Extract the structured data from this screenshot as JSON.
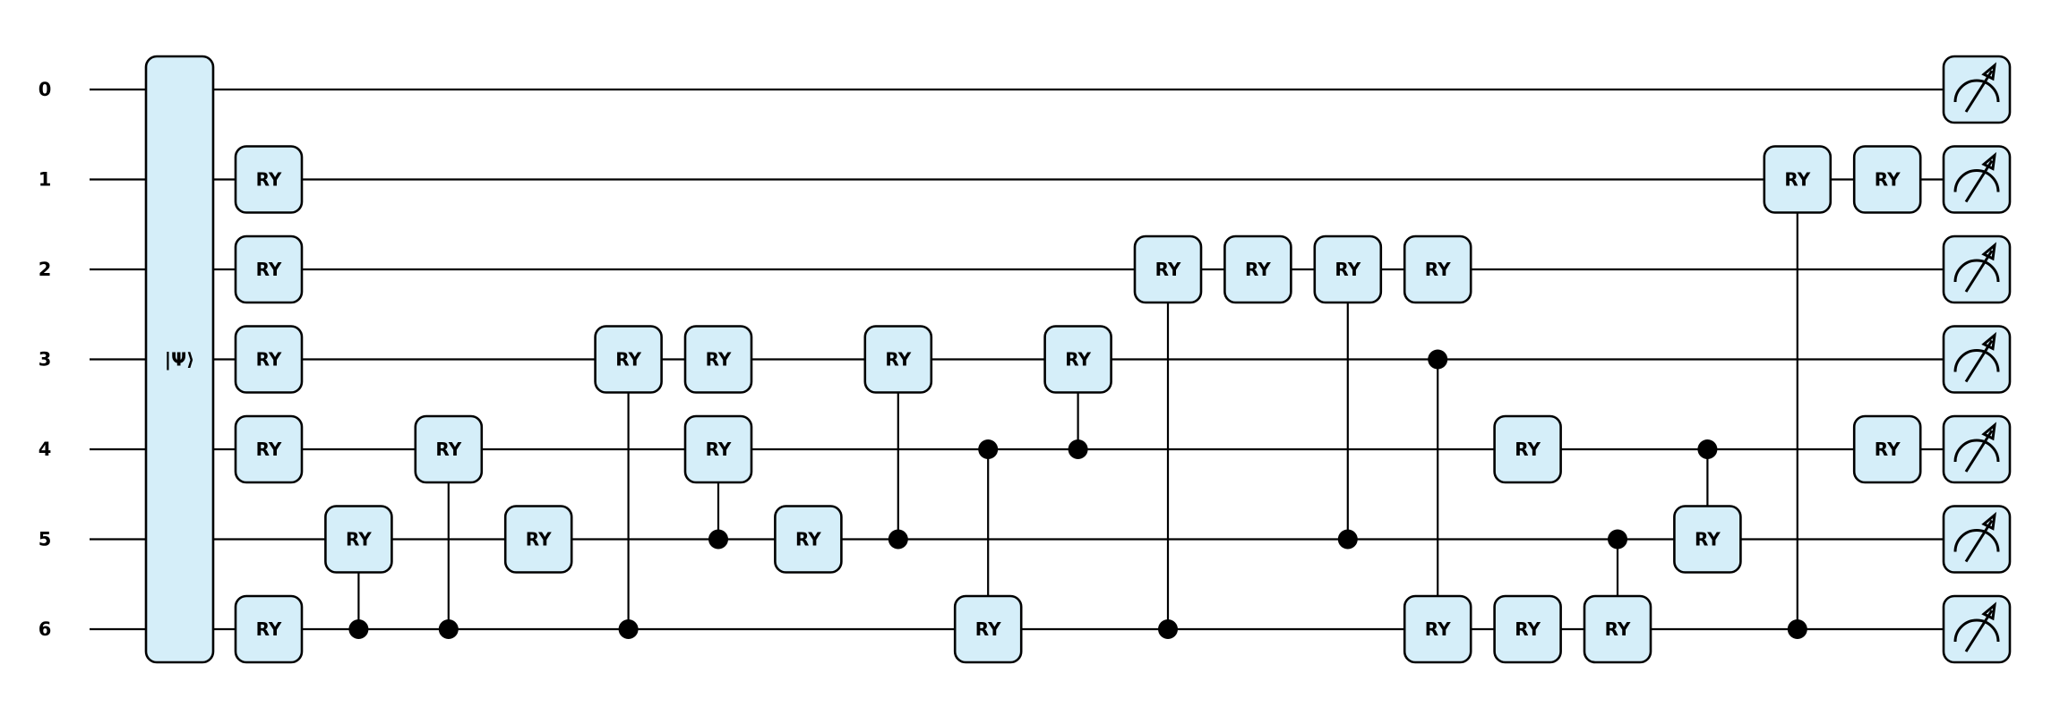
{
  "wires": [
    "0",
    "1",
    "2",
    "3",
    "4",
    "5",
    "6"
  ],
  "state_prep": {
    "label": "|Ψ⟩",
    "wires": [
      0,
      6
    ]
  },
  "gates": [
    {
      "label": "RY",
      "column": 1,
      "target": 1
    },
    {
      "label": "RY",
      "column": 1,
      "target": 2
    },
    {
      "label": "RY",
      "column": 1,
      "target": 3
    },
    {
      "label": "RY",
      "column": 1,
      "target": 4
    },
    {
      "label": "RY",
      "column": 1,
      "target": 6
    },
    {
      "label": "RY",
      "column": 2,
      "target": 5,
      "control": 6
    },
    {
      "label": "RY",
      "column": 3,
      "target": 4,
      "control": 6
    },
    {
      "label": "RY",
      "column": 4,
      "target": 5
    },
    {
      "label": "RY",
      "column": 5,
      "target": 3,
      "control": 6
    },
    {
      "label": "RY",
      "column": 6,
      "target": 3
    },
    {
      "label": "RY",
      "column": 6,
      "target": 4,
      "control": 5
    },
    {
      "label": "RY",
      "column": 7,
      "target": 5
    },
    {
      "label": "RY",
      "column": 8,
      "target": 3,
      "control": 5
    },
    {
      "label": "RY",
      "column": 9,
      "target": 6,
      "control": 4
    },
    {
      "label": "RY",
      "column": 10,
      "target": 3,
      "control": 4
    },
    {
      "label": "RY",
      "column": 11,
      "target": 2,
      "control": 6
    },
    {
      "label": "RY",
      "column": 12,
      "target": 2
    },
    {
      "label": "RY",
      "column": 13,
      "target": 2,
      "control": 5
    },
    {
      "label": "RY",
      "column": 14,
      "target": 2
    },
    {
      "label": "RY",
      "column": 14,
      "target": 6,
      "control": 3
    },
    {
      "label": "RY",
      "column": 15,
      "target": 4
    },
    {
      "label": "RY",
      "column": 15,
      "target": 6
    },
    {
      "label": "RY",
      "column": 16,
      "target": 6,
      "control": 5
    },
    {
      "label": "RY",
      "column": 17,
      "target": 5,
      "control": 4
    },
    {
      "label": "RY",
      "column": 18,
      "target": 1,
      "control": 6
    },
    {
      "label": "RY",
      "column": 19,
      "target": 1
    },
    {
      "label": "RY",
      "column": 19,
      "target": 4
    }
  ],
  "measurements": {
    "icon": "measurement-meter-icon",
    "wires": [
      0,
      1,
      2,
      3,
      4,
      5,
      6
    ]
  },
  "colors": {
    "gate_fill": "#d5eef9",
    "stroke": "#000000"
  }
}
